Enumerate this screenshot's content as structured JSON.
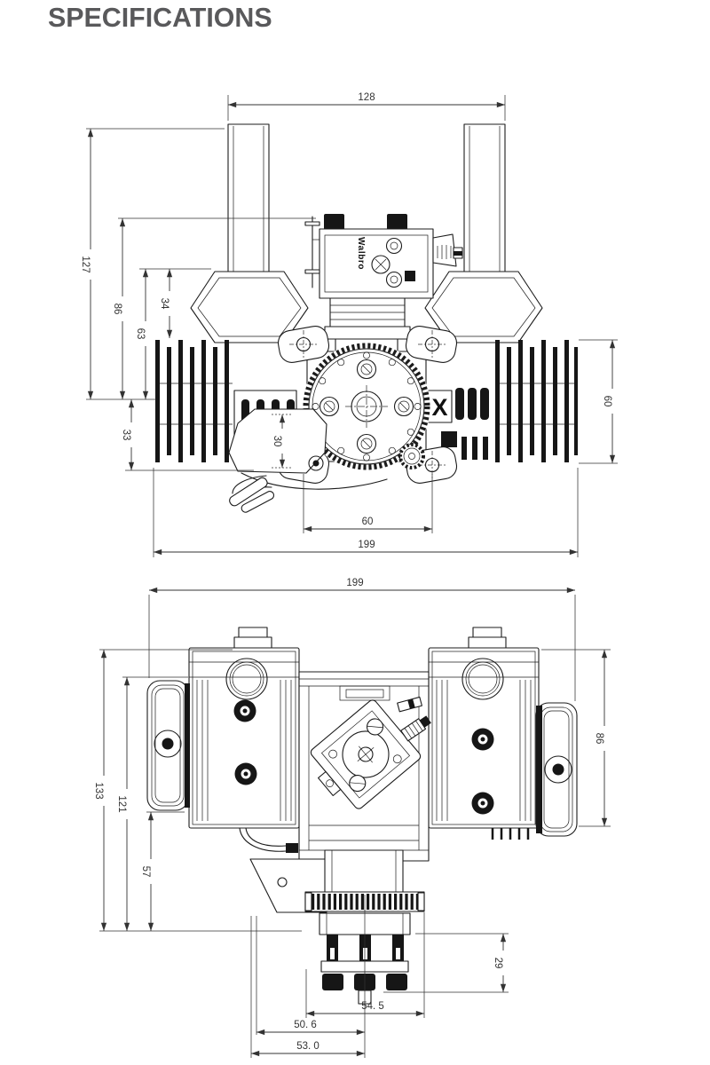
{
  "page": {
    "title": "SPECIFICATIONS"
  },
  "colors": {
    "background": "#ffffff",
    "line_art": "#1c1c1c",
    "dimension_lines": "#333333",
    "title_text": "#59595b"
  },
  "front_view": {
    "carburetor_brand": "Walbro",
    "logo_mark": "X",
    "dims": {
      "standoff_tube_spacing": "128",
      "overall_height_to_tube_top": "127",
      "carburetor_top_height": "86",
      "manifold_top_height": "63",
      "manifold_to_cylinder_top": "34",
      "crank_center_to_mount": "33",
      "ignition_module_height": "30",
      "cylinder_outer_diameter": "60",
      "mount_hole_spacing": "60",
      "overall_width": "199"
    }
  },
  "top_view": {
    "dims": {
      "overall_width": "199",
      "overall_depth": "133",
      "head_top_to_mount_plane": "121",
      "case_rear_to_mount_plane": "57",
      "cylinder_head_depth": "86",
      "prop_bolt_stack_height": "29",
      "output_gear_diameter": "54. 5",
      "axis_to_case_front_a": "50. 6",
      "axis_to_case_front_b": "53. 0"
    }
  }
}
